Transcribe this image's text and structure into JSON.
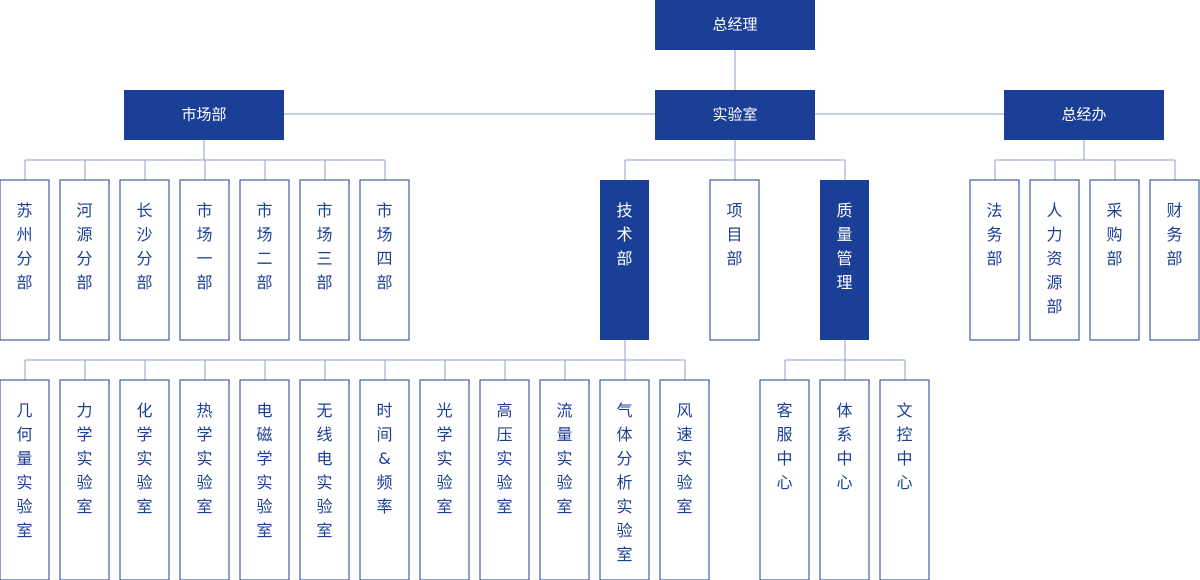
{
  "colors": {
    "primary": "#1b3f96",
    "line": "#8ea0c8",
    "background": "#ffffff"
  },
  "nodes": {
    "ceo": "总经理",
    "market": "市场部",
    "lab": "实验室",
    "office": "总经办",
    "market_children": [
      "苏州分部",
      "河源分部",
      "长沙分部",
      "市场一部",
      "市场二部",
      "市场三部",
      "市场四部"
    ],
    "lab_children": [
      "技术部",
      "项目部",
      "质量管理"
    ],
    "office_children": [
      "法务部",
      "人力资源部",
      "采购部",
      "财务部"
    ],
    "tech_children": [
      "几何量实验室",
      "力学实验室",
      "化学实验室",
      "热学实验室",
      "电磁学实验室",
      "无线电实验室",
      "时间&频率",
      "光学实验室",
      "高压实验室",
      "流量实验室",
      "气体分析实验室",
      "风速实验室"
    ],
    "quality_children": [
      "客服中心",
      "体系中心",
      "文控中心"
    ]
  }
}
